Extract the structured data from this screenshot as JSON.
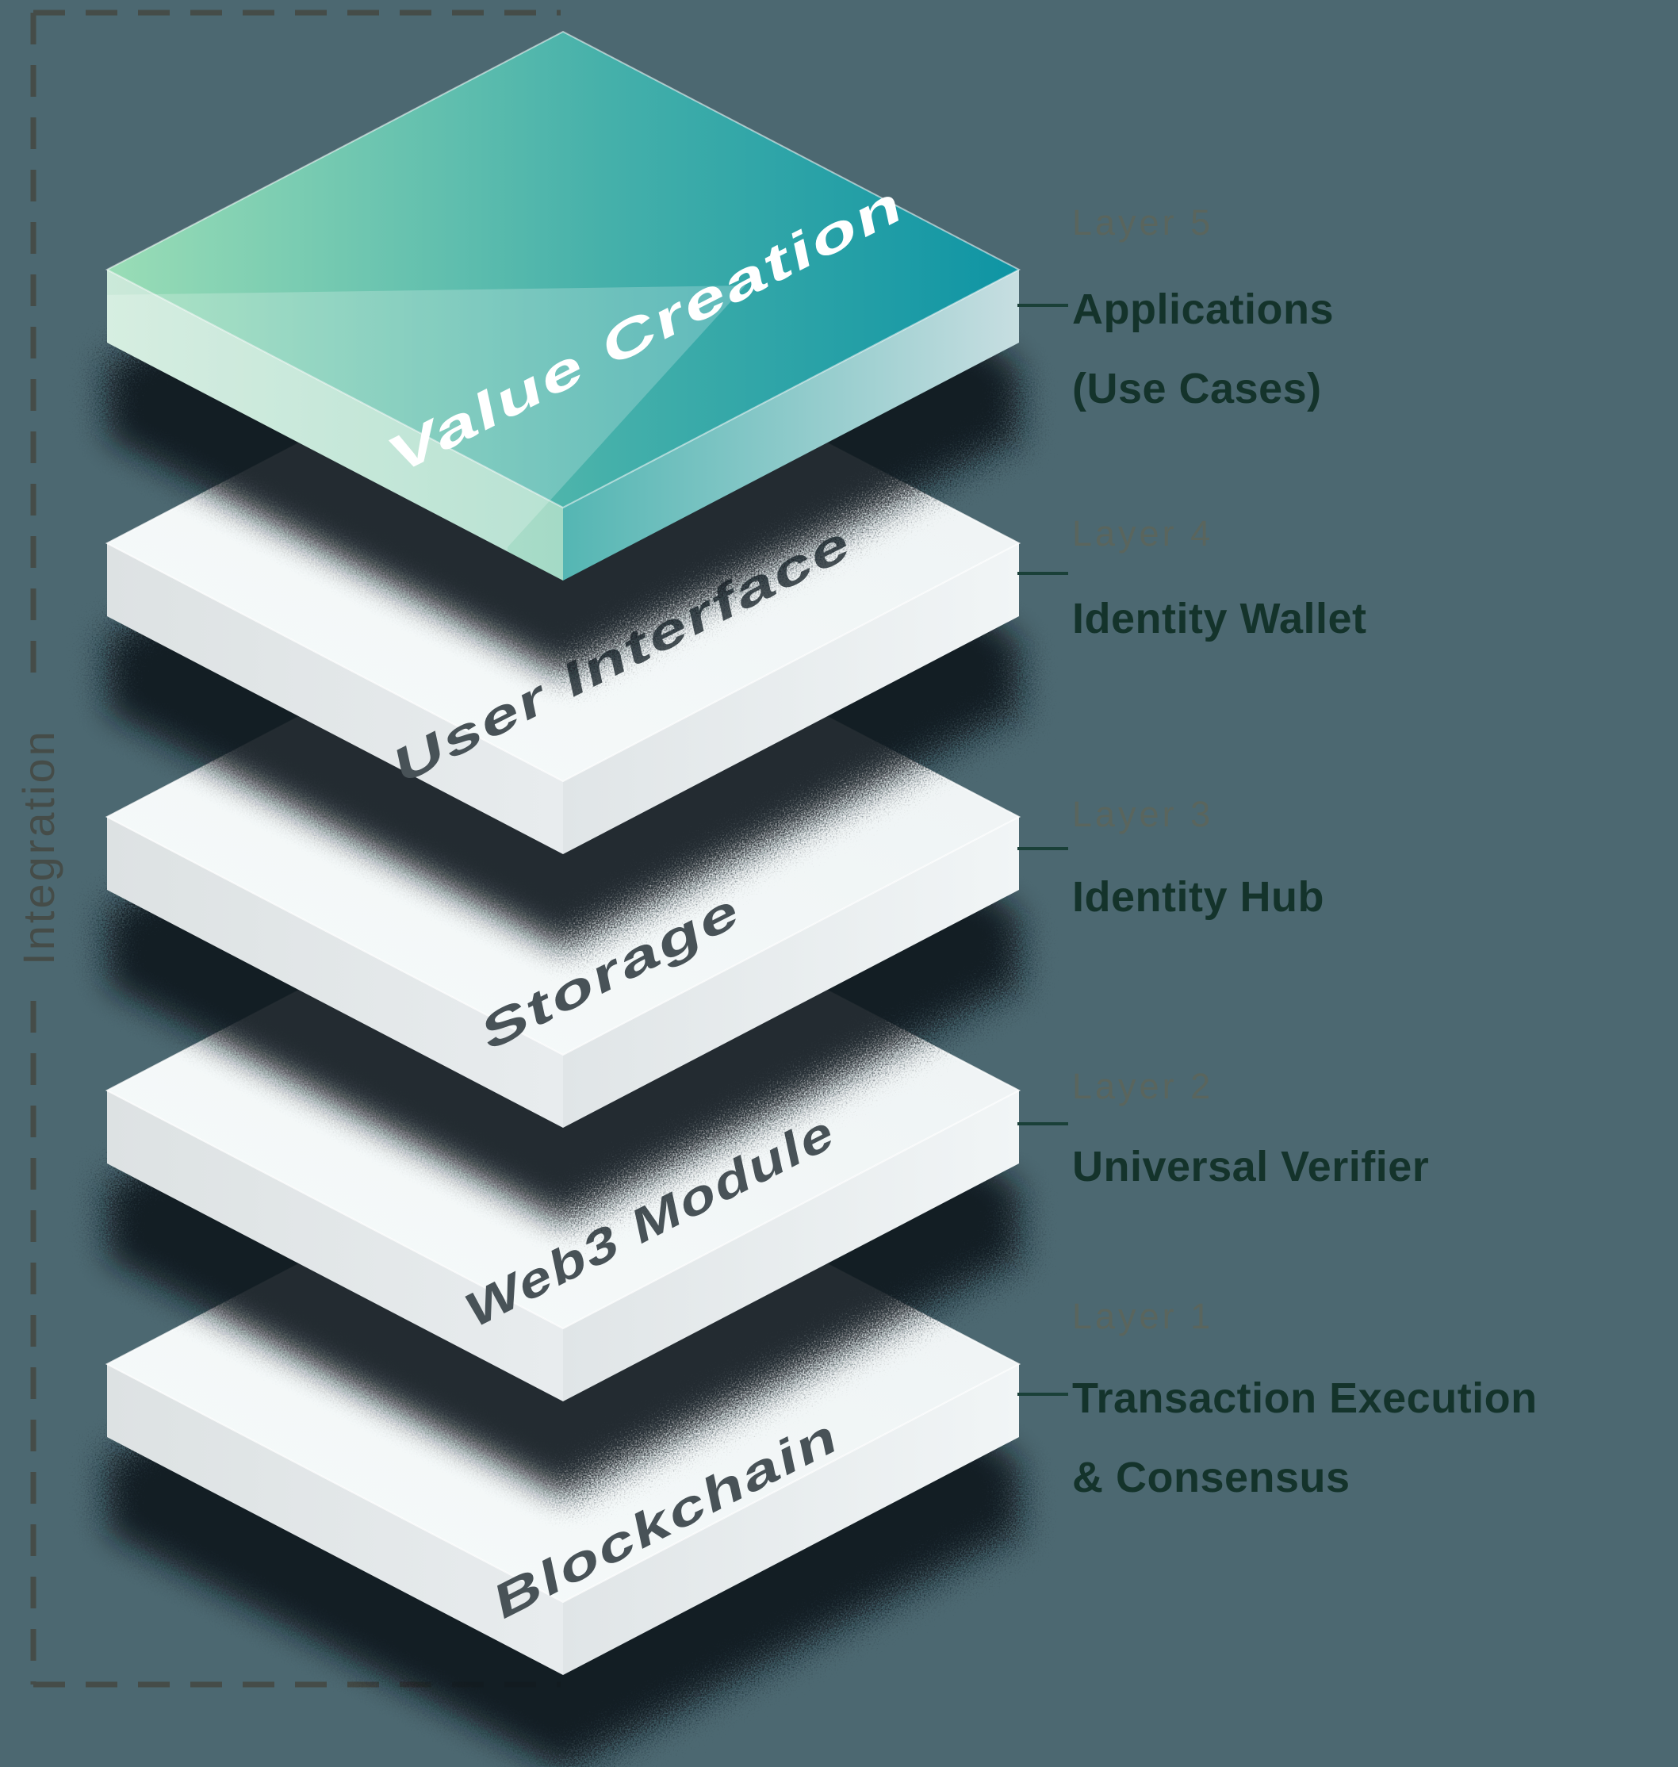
{
  "colors": {
    "background": "#4C6871",
    "accent_gradient_start": "#9ADDB6",
    "accent_gradient_mid": "#45B0AA",
    "accent_gradient_end": "#0E94A4",
    "slab_top": "#F2F7F7",
    "shadow": "#0C161A",
    "title_text": "#14332B",
    "layer_label_text": "#5A655D",
    "face_label_text": "#485257",
    "value_label_text": "#FFFFFF",
    "tick_line": "#1A4038",
    "border_dash": "#454C48"
  },
  "integration_label": "Integration",
  "stack": {
    "layers": [
      {
        "face_label": "Value Creation",
        "layer_label": "Layer 5",
        "title": "Applications (Use Cases)",
        "title_lines": [
          "Applications",
          "(Use Cases)"
        ]
      },
      {
        "face_label": "User Interface",
        "layer_label": "Layer 4",
        "title": "Identity Wallet",
        "title_lines": [
          "Identity Wallet"
        ]
      },
      {
        "face_label": "Storage",
        "layer_label": "Layer 3",
        "title": "Identity Hub",
        "title_lines": [
          "Identity Hub"
        ]
      },
      {
        "face_label": "Web3 Module",
        "layer_label": "Layer 2",
        "title": "Universal Verifier",
        "title_lines": [
          "Universal Verifier"
        ]
      },
      {
        "face_label": "Blockchain",
        "layer_label": "Layer 1",
        "title": "Transaction Execution & Consensus",
        "title_lines": [
          "Transaction Execution",
          "& Consensus"
        ]
      }
    ]
  }
}
